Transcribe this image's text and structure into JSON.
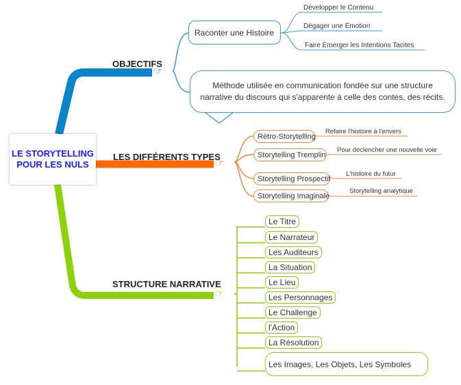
{
  "central_topic": {
    "line1": "LE STORYTELLING",
    "line2": "POUR LES NULS"
  },
  "colors": {
    "objectifs": "#0a84c8",
    "types": "#ff6a00",
    "structure": "#8cd10a",
    "central_text": "#1a1aff"
  },
  "objectifs": {
    "label": "OBJECTIFS",
    "raconter": {
      "label": "Raconter une Histoire",
      "children": [
        "Développer le Contenu",
        "Dégager une Émotion",
        "Faire Émerger les Intentions Tacites"
      ]
    },
    "definition": {
      "line1": "Méthode utilisée en communication fondée sur une structure",
      "line2": "narrative du discours qui s'apparente à celle des contes, des récits."
    }
  },
  "types": {
    "label": "LES DIFFÉRENTS TYPES",
    "items": [
      {
        "label": "Rétro-Storytelling",
        "note": "Refaire l'histoire à l'envers"
      },
      {
        "label": "Storytelling Tremplin",
        "note": "Pour déclencher une nouvelle voie"
      },
      {
        "label": "Storytelling Prospectif",
        "note": "L'histoire du futur"
      },
      {
        "label": "Storytelling Imaginale",
        "note": "Storytelling analytique"
      }
    ]
  },
  "structure": {
    "label": "STRUCTURE NARRATIVE",
    "items": [
      "Le Titre",
      "Le Narrateur",
      "Les Auditeurs",
      "La Situation",
      "Le Lieu",
      "Les Personnages",
      "Le Challenge",
      "l'Action",
      "La Résolution",
      "Les Images, Les Objets, Les Symboles"
    ]
  },
  "icons": {
    "hand": "pointing-hand-icon"
  }
}
